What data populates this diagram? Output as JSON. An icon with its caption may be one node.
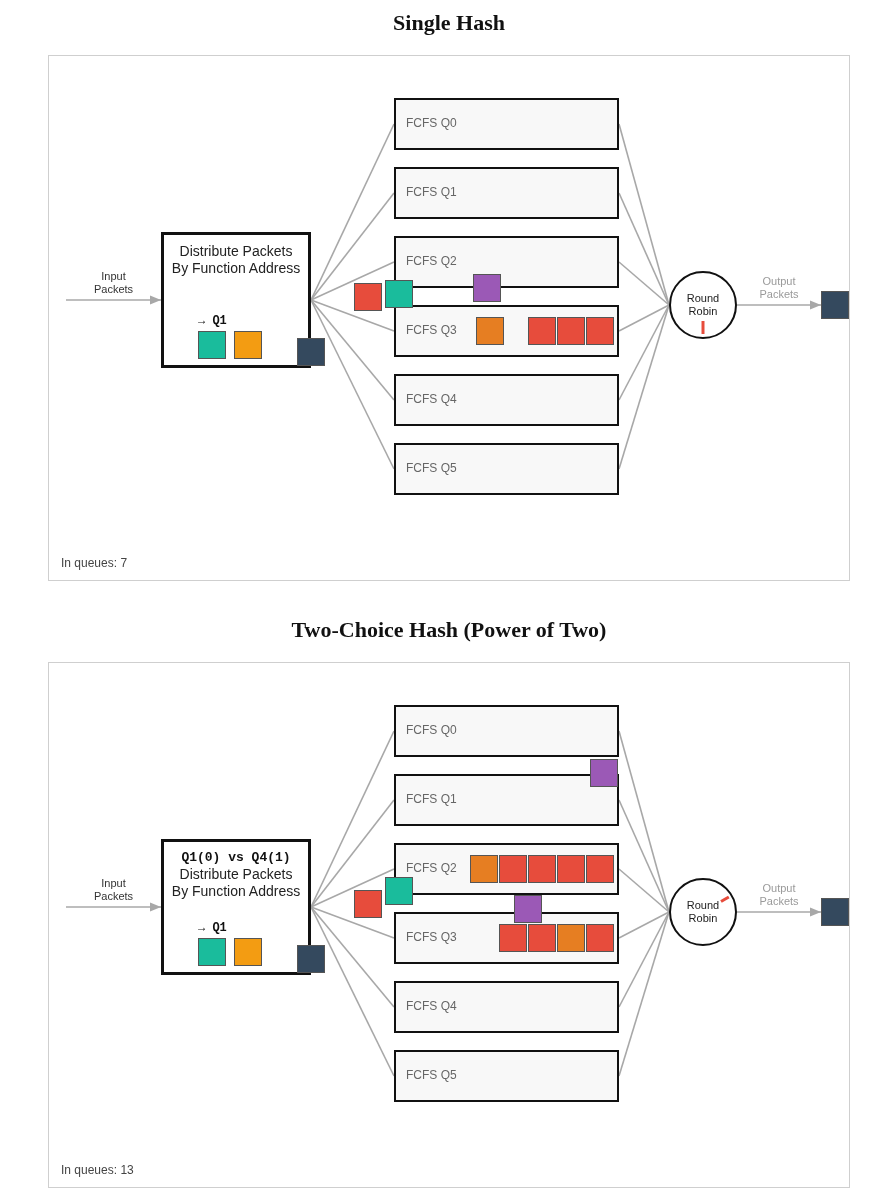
{
  "diagram": {
    "nodes": [
      {
        "text": [
          "Single Hash",
          "In queues: 7"
        ]
      },
      {
        "text": [
          "Distribute Packets By Function Address"
        ],
        "in": 0
      },
      {
        "text": [],
        "shape": "box",
        "in": 1,
        "beside": [
          "→ Q1"
        ]
      },
      {
        "text": [],
        "shape": "box",
        "in": 1
      },
      {
        "text": [],
        "shape": "box",
        "in": 0
      },
      {
        "text": [],
        "shape": "box",
        "in": 0
      },
      {
        "text": [
          "FCFS Q0"
        ],
        "in": 0
      },
      {
        "text": [
          "FCFS Q1"
        ],
        "in": 0
      },
      {
        "text": [
          "FCFS Q2"
        ],
        "in": 0
      },
      {
        "text": [
          "FCFS Q3"
        ],
        "in": 0
      },
      {
        "text": [
          "FCFS Q4"
        ],
        "in": 0
      },
      {
        "text": [
          "FCFS Q5"
        ],
        "in": 0
      },
      {
        "text": [],
        "shape": "box",
        "in": 0
      },
      {
        "text": [],
        "shape": "box",
        "in": 0
      },
      {
        "text": [],
        "shape": "box",
        "in": 9
      },
      {
        "text": [],
        "shape": "box",
        "in": 9
      },
      {
        "text": [],
        "shape": "box",
        "in": 9
      },
      {
        "text": [],
        "shape": "box",
        "in": 9
      },
      {
        "text": [
          "Round Robin"
        ],
        "in": 0
      },
      {
        "text": [],
        "shape": "box",
        "in": 0
      },
      {
        "text": [
          "Two-Choice Hash (Power of Two)",
          "In queues: 13"
        ]
      },
      {
        "text": [
          "Q1(0) vs Q4(1)",
          "Distribute Packets By Function Address"
        ],
        "in": 20
      },
      {
        "text": [],
        "shape": "box",
        "in": 21,
        "beside": [
          "→ Q1"
        ]
      },
      {
        "text": [],
        "shape": "box",
        "in": 21
      },
      {
        "text": [],
        "shape": "box",
        "in": 20
      },
      {
        "text": [],
        "shape": "box",
        "in": 20
      },
      {
        "text": [
          "FCFS Q0"
        ],
        "in": 20
      },
      {
        "text": [
          "FCFS Q1"
        ],
        "in": 20
      },
      {
        "text": [
          "FCFS Q2"
        ],
        "in": 20
      },
      {
        "text": [
          "FCFS Q3"
        ],
        "in": 20
      },
      {
        "text": [
          "FCFS Q4"
        ],
        "in": 20
      },
      {
        "text": [
          "FCFS Q5"
        ],
        "in": 20
      },
      {
        "text": [],
        "shape": "box",
        "in": 20
      },
      {
        "text": [],
        "shape": "box",
        "in": 28
      },
      {
        "text": [],
        "shape": "box",
        "in": 28
      },
      {
        "text": [],
        "shape": "box",
        "in": 28
      },
      {
        "text": [],
        "shape": "box",
        "in": 28
      },
      {
        "text": [],
        "shape": "box",
        "in": 28
      },
      {
        "text": [],
        "shape": "box",
        "in": 29
      },
      {
        "text": [],
        "shape": "box",
        "in": 29
      },
      {
        "text": [],
        "shape": "box",
        "in": 29
      },
      {
        "text": [],
        "shape": "box",
        "in": 29
      },
      {
        "text": [],
        "shape": "box",
        "in": 20
      },
      {
        "text": [],
        "shape": "box",
        "in": 20
      },
      {
        "text": [
          "Round Robin"
        ],
        "in": 20
      },
      {
        "text": [],
        "shape": "box",
        "in": 20
      }
    ],
    "edges": [
      {
        "from": null,
        "to": 1,
        "arrow": "to",
        "label": "Input Packets"
      },
      {
        "from": 1,
        "to": 6,
        "arrow": "none"
      },
      {
        "from": 1,
        "to": 7,
        "arrow": "none"
      },
      {
        "from": 1,
        "to": 8,
        "arrow": "none"
      },
      {
        "from": 1,
        "to": 9,
        "arrow": "none"
      },
      {
        "from": 1,
        "to": 10,
        "arrow": "none"
      },
      {
        "from": 1,
        "to": 11,
        "arrow": "none"
      },
      {
        "from": 6,
        "to": 18,
        "arrow": "none"
      },
      {
        "from": 7,
        "to": 18,
        "arrow": "none"
      },
      {
        "from": 8,
        "to": 18,
        "arrow": "none"
      },
      {
        "from": 9,
        "to": 18,
        "arrow": "none"
      },
      {
        "from": 10,
        "to": 18,
        "arrow": "none"
      },
      {
        "from": 11,
        "to": 18,
        "arrow": "none"
      },
      {
        "from": 18,
        "to": 19,
        "arrow": "to",
        "label": "Output Packets"
      },
      {
        "from": null,
        "to": 21,
        "arrow": "to",
        "label": "Input Packets"
      },
      {
        "from": 21,
        "to": 26,
        "arrow": "none"
      },
      {
        "from": 21,
        "to": 27,
        "arrow": "none"
      },
      {
        "from": 21,
        "to": 28,
        "arrow": "none"
      },
      {
        "from": 21,
        "to": 29,
        "arrow": "none"
      },
      {
        "from": 21,
        "to": 30,
        "arrow": "none"
      },
      {
        "from": 21,
        "to": 31,
        "arrow": "none"
      },
      {
        "from": 26,
        "to": 44,
        "arrow": "none"
      },
      {
        "from": 27,
        "to": 44,
        "arrow": "none"
      },
      {
        "from": 28,
        "to": 44,
        "arrow": "none"
      },
      {
        "from": 29,
        "to": 44,
        "arrow": "none"
      },
      {
        "from": 30,
        "to": 44,
        "arrow": "none"
      },
      {
        "from": 31,
        "to": 44,
        "arrow": "none"
      },
      {
        "from": 44,
        "to": 45,
        "arrow": "to",
        "label": "Output Packets"
      }
    ]
  }
}
